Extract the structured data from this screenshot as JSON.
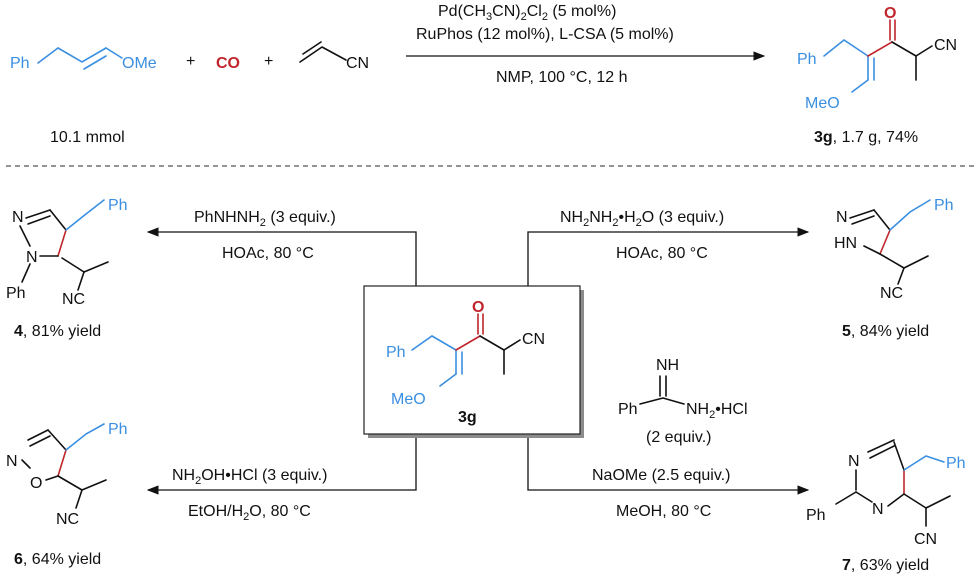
{
  "top_reaction": {
    "reactant1": {
      "ph": "Ph",
      "ome": "OMe"
    },
    "plus": "+",
    "co": "CO",
    "nitrile": "CN",
    "cond_line1_a": "Pd(CH",
    "cond_line1_b": "3",
    "cond_line1_c": "CN)",
    "cond_line1_d": "2",
    "cond_line1_e": "Cl",
    "cond_line1_f": "2",
    "cond_line1_g": " (5 mol%)",
    "cond_line2": "RuPhos (12 mol%), L-CSA (5 mol%)",
    "cond_line3": "NMP,  100 °C, 12 h",
    "scale": "10.1 mmol",
    "product_label": "3g",
    "product_yield": ", 1.7 g, 74%"
  },
  "central": {
    "label": "3g",
    "o": "O",
    "cn": "CN",
    "ph": "Ph",
    "meo": "MeO"
  },
  "reactions": {
    "r4": {
      "reagent_a": "PhNHNH",
      "reagent_sub": "2",
      "reagent_b": " (3 equiv.)",
      "cond": "HOAc, 80 °C",
      "label": "4",
      "yield": ", 81% yield",
      "atoms": {
        "n1": "N",
        "n2": "N",
        "ph_n": "Ph",
        "ph_c": "Ph",
        "nc": "NC"
      }
    },
    "r5": {
      "reagent_a": "NH",
      "reagent_sub1": "2",
      "reagent_b": "NH",
      "reagent_sub2": "2",
      "reagent_c": "•H",
      "reagent_sub3": "2",
      "reagent_d": "O (3 equiv.)",
      "cond": "HOAc, 80 °C",
      "label": "5",
      "yield": ", 84% yield",
      "atoms": {
        "n1": "N",
        "hn": "HN",
        "ph": "Ph",
        "nc": "NC"
      }
    },
    "r6": {
      "reagent_a": "NH",
      "reagent_sub": "2",
      "reagent_b": "OH•HCl (3 equiv.)",
      "cond_a": "EtOH/H",
      "cond_sub": "2",
      "cond_b": "O, 80 °C",
      "label": "6",
      "yield": ", 64% yield",
      "atoms": {
        "n": "N",
        "o": "O",
        "ph": "Ph",
        "nc": "NC"
      }
    },
    "r7": {
      "amidine_nh": "NH",
      "amidine_ph": "Ph",
      "amidine_nh2a": "NH",
      "amidine_sub": "2",
      "amidine_nh2b": "•HCl",
      "amidine_equiv": "(2 equiv.)",
      "reagent": "NaOMe (2.5 equiv.)",
      "cond": "MeOH, 80 °C",
      "label": "7",
      "yield": ", 63% yield",
      "atoms": {
        "n1": "N",
        "n2": "N",
        "ph_ring": "Ph",
        "ph_bn": "Ph",
        "cn": "CN"
      }
    }
  },
  "colors": {
    "blue": "#3a8fe0",
    "red": "#c0262b",
    "black": "#111111"
  }
}
